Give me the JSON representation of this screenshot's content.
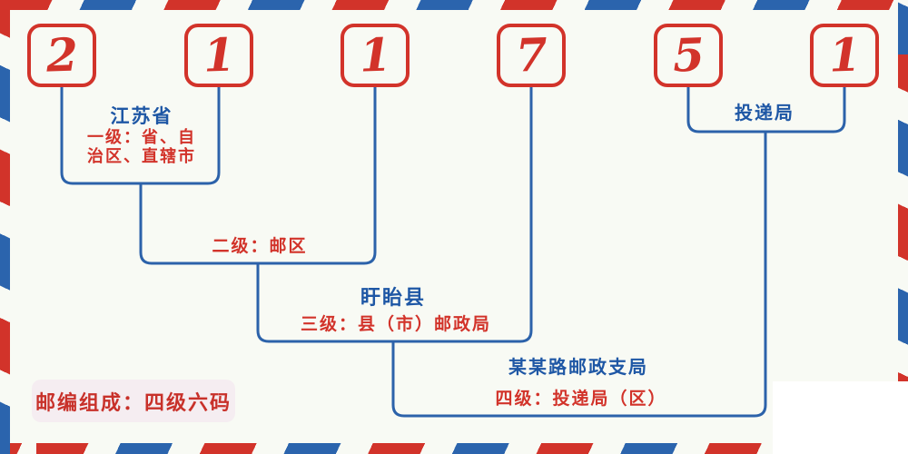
{
  "code": {
    "digits": [
      "2",
      "1",
      "1",
      "7",
      "5",
      "1"
    ]
  },
  "annotations": {
    "level1": {
      "place": "江苏省",
      "desc": "一级：省、自\n治区、直辖市"
    },
    "level2": {
      "desc": "二级：邮区"
    },
    "level3": {
      "place": "盱眙县",
      "desc": "三级：县（市）邮政局"
    },
    "level4": {
      "place": "某某路邮政支局",
      "desc": "四级：投递局（区）"
    },
    "delivery": {
      "place": "投递局"
    }
  },
  "footer": {
    "badge": "邮编组成：四级六码"
  },
  "colors": {
    "red": "#d2332a",
    "blue_text": "#1e57a5",
    "line_blue": "#2c62aa",
    "stripe_blue": "#2b64ad",
    "badge_bg": "#f5edf1",
    "background": "#f8faf4"
  }
}
